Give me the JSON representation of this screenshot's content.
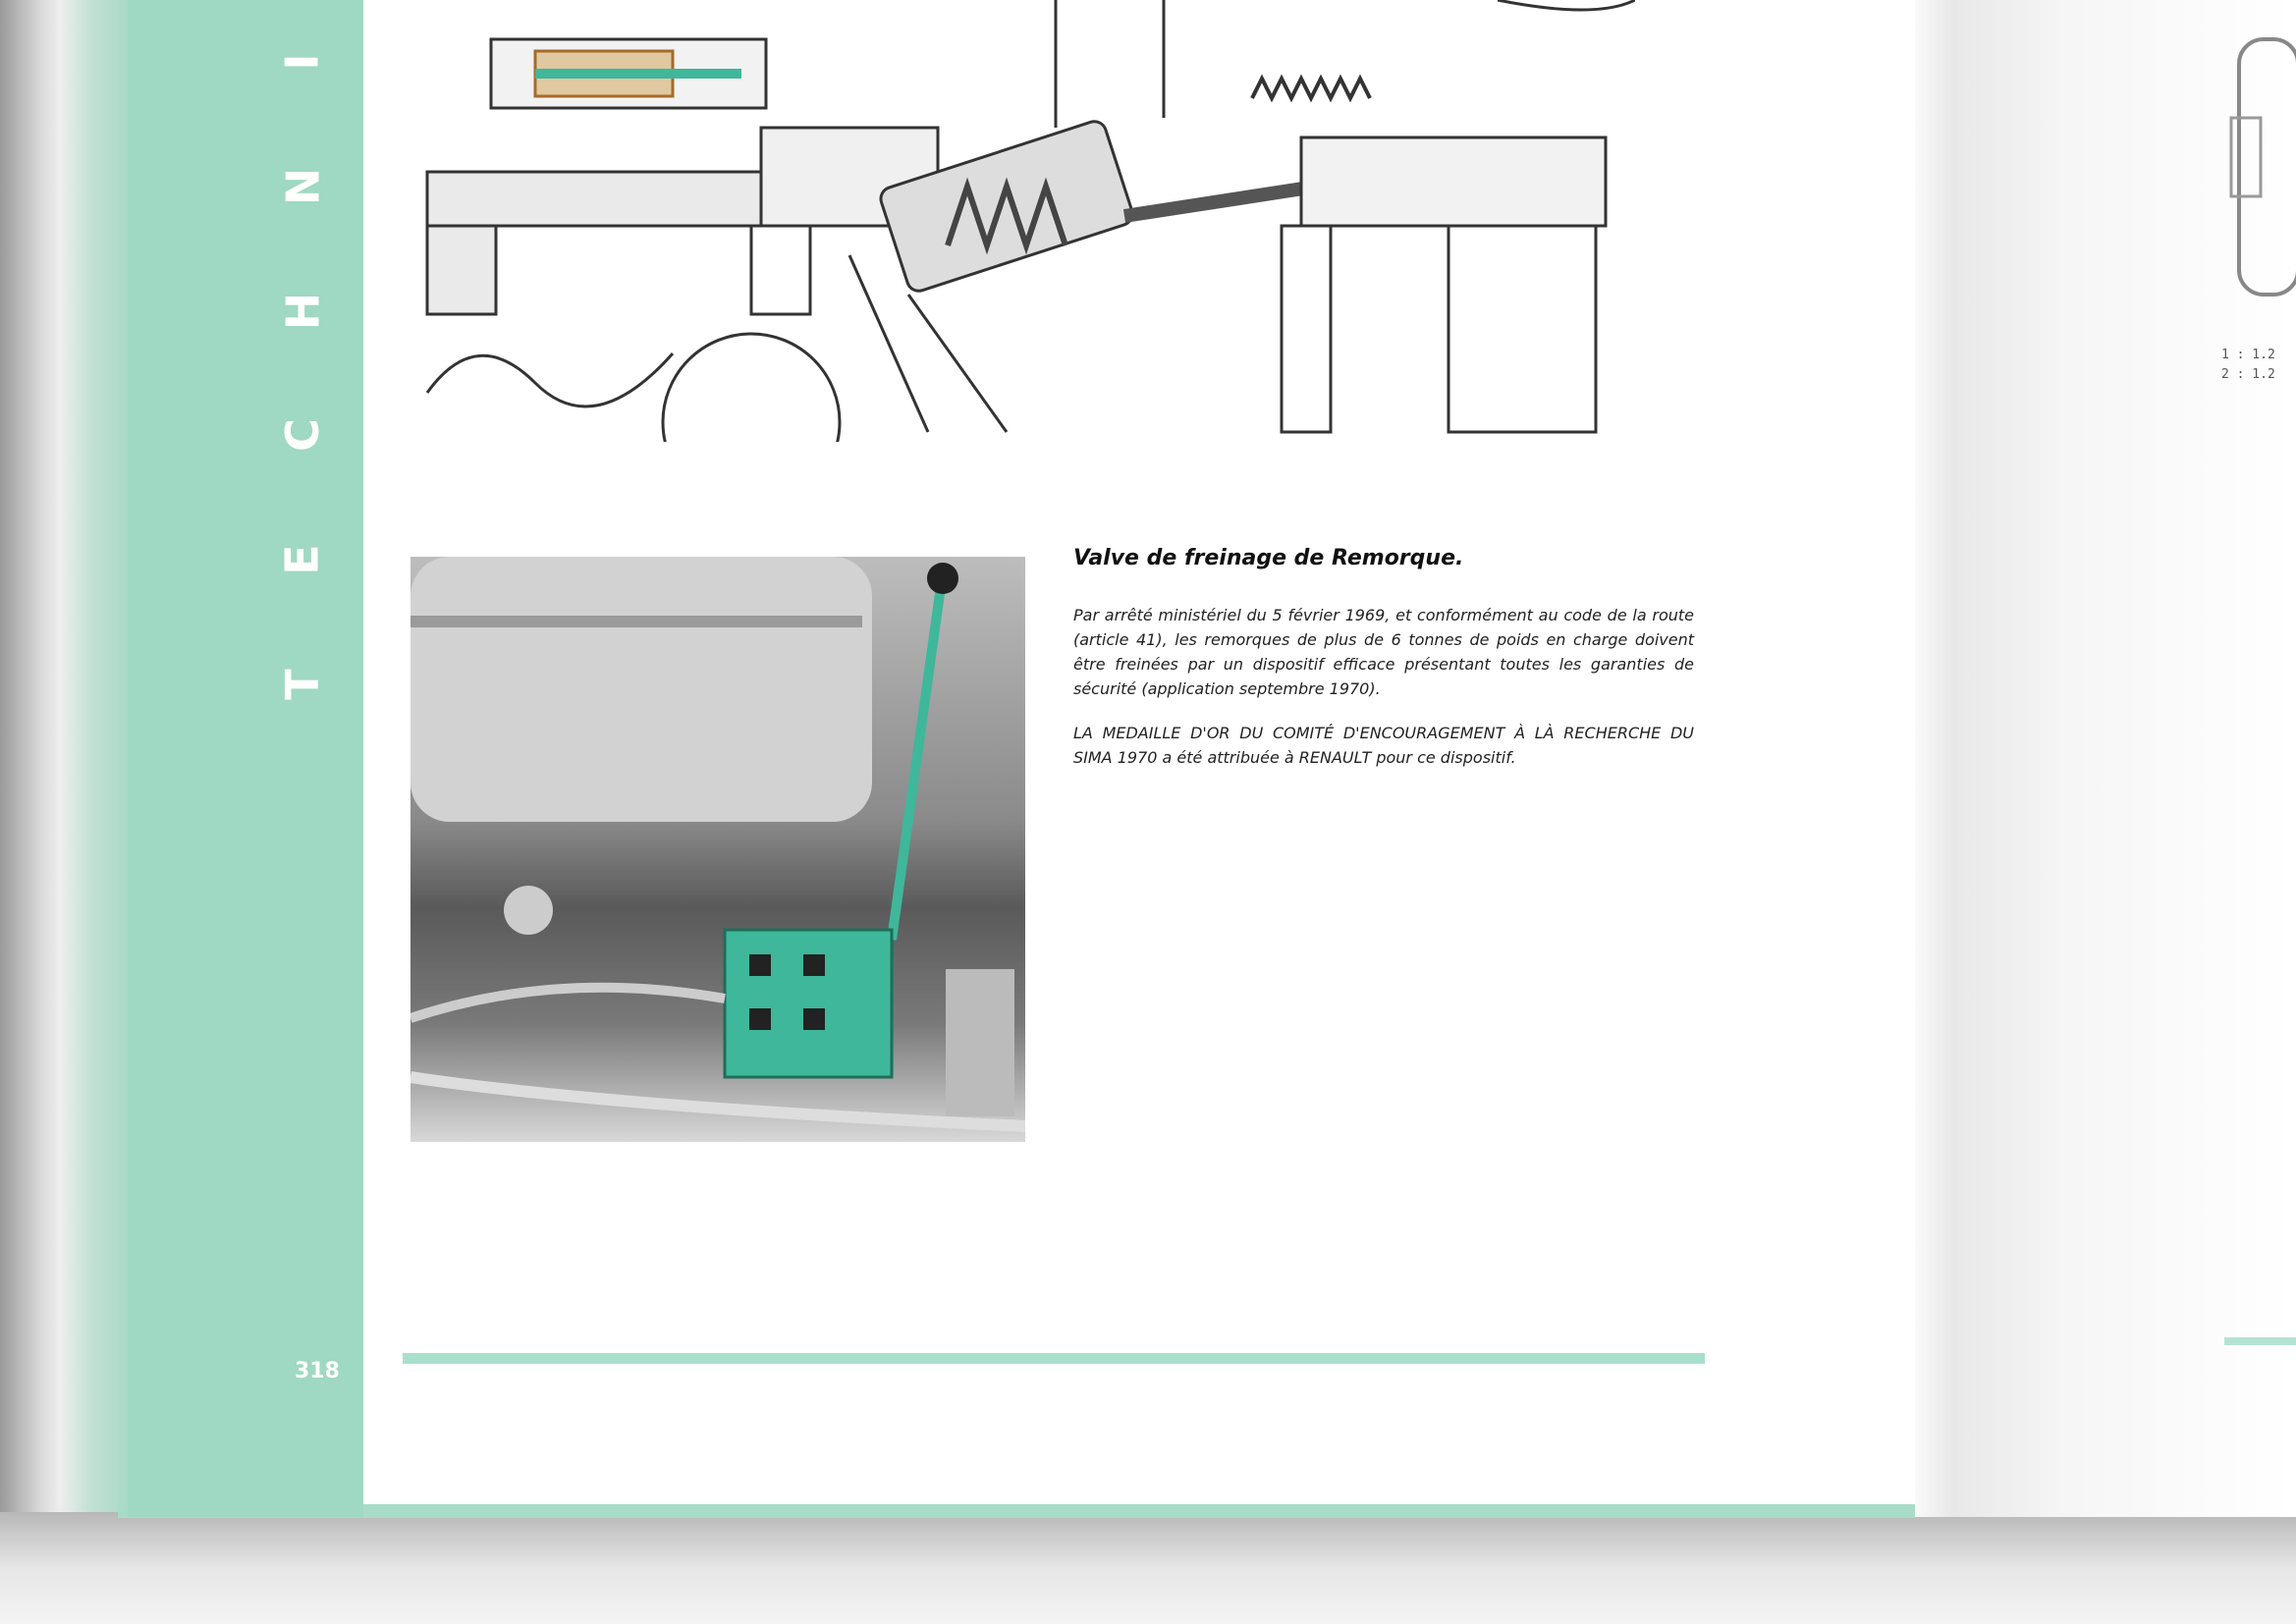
{
  "sidebar": {
    "section_letters": [
      "T",
      "E",
      "C",
      "H",
      "N",
      "I"
    ],
    "page_number": "318"
  },
  "article": {
    "title": "Valve de freinage de Remorque.",
    "paragraphs": [
      "Par arrêté ministériel du 5 février 1969, et conformément au code de la route (article 41), les remorques de plus de 6 tonnes de poids en charge doivent être freinées par un dispositif efficace présentant toutes les garanties de sécurité (application septembre 1970).",
      "LA MEDAILLE D'OR DU COMITÉ D'ENCOURAGEMENT À LÀ RECHERCHE DU SIMA 1970 a été attribuée à RENAULT pour ce dispositif."
    ]
  },
  "right_page": {
    "fragments": [
      "1 : 1.2",
      "2 : 1.2"
    ]
  },
  "colors": {
    "accent": "#9fd8c3",
    "highlight": "#3fb79a"
  }
}
